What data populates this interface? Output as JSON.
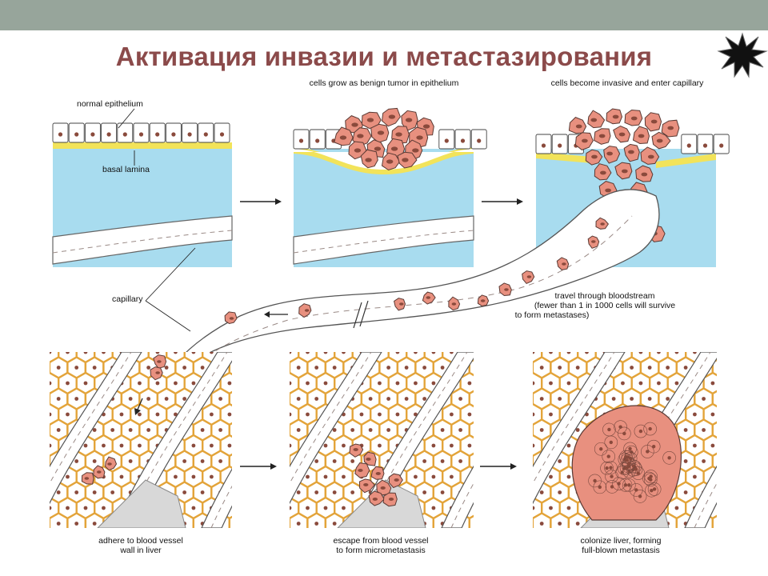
{
  "slide": {
    "title": "Активация инвазии и метастазирования"
  },
  "labels": {
    "normal_epithelium": "normal epithelium",
    "basal_lamina": "basal lamina",
    "capillary": "capillary",
    "benign": "cells grow as benign tumor in epithelium",
    "invasive": "cells become invasive and enter capillary",
    "travel_1": "travel through bloodstream",
    "travel_2": "(fewer than 1 in 1000 cells will survive",
    "travel_3": "to form metastases)",
    "adhere_1": "adhere to blood vessel",
    "adhere_2": "wall in liver",
    "escape_1": "escape from blood vessel",
    "escape_2": "to form micrometastasis",
    "colonize_1": "colonize liver, forming",
    "colonize_2": "full-blown metastasis"
  },
  "colors": {
    "header_bar": "#97a59b",
    "title": "#8b4a4a",
    "stroma": "#a8dcef",
    "basal_lamina": "#f2e35a",
    "tumor": "#e8907f",
    "tumor_nucleus": "#8a4a3c",
    "liver_border": "#e3a43a"
  },
  "icons": [
    "starburst-icon"
  ]
}
